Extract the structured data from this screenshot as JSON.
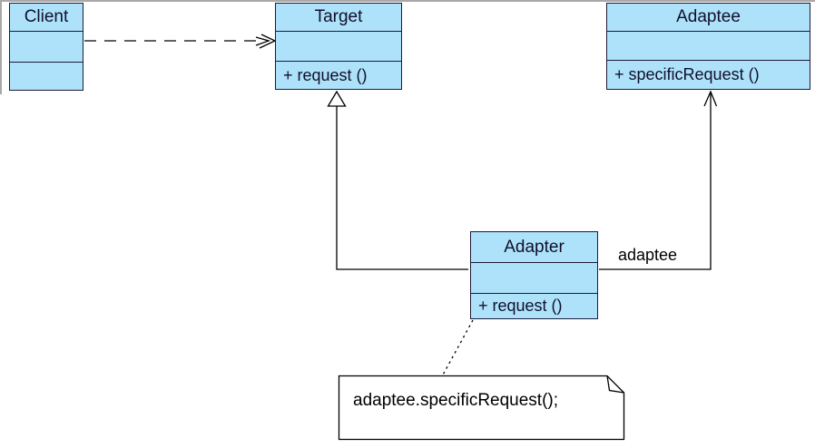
{
  "colors": {
    "background": "#ffffff",
    "class_fill": "#aee2fb",
    "class_border": "#1b1b38",
    "class_text": "#10102a",
    "line": "#000000",
    "edge_artifact": "#a8a8a8"
  },
  "classes": {
    "client": {
      "name": "Client"
    },
    "target": {
      "name": "Target",
      "methods": [
        "+ request ()"
      ]
    },
    "adaptee": {
      "name": "Adaptee",
      "methods": [
        "+ specificRequest ()"
      ]
    },
    "adapter": {
      "name": "Adapter",
      "methods": [
        "+ request ()"
      ]
    }
  },
  "relationships": {
    "dependency_client_target": {
      "type": "dependency",
      "style": "dashed-open-arrow"
    },
    "generalization_adapter_target": {
      "type": "generalization",
      "style": "solid-hollow-triangle"
    },
    "association_adapter_adaptee": {
      "type": "association",
      "style": "solid-open-arrow",
      "label": "adaptee"
    },
    "note_anchor": {
      "type": "note-anchor",
      "style": "dotted"
    }
  },
  "note": {
    "text": "adaptee.specificRequest();"
  }
}
